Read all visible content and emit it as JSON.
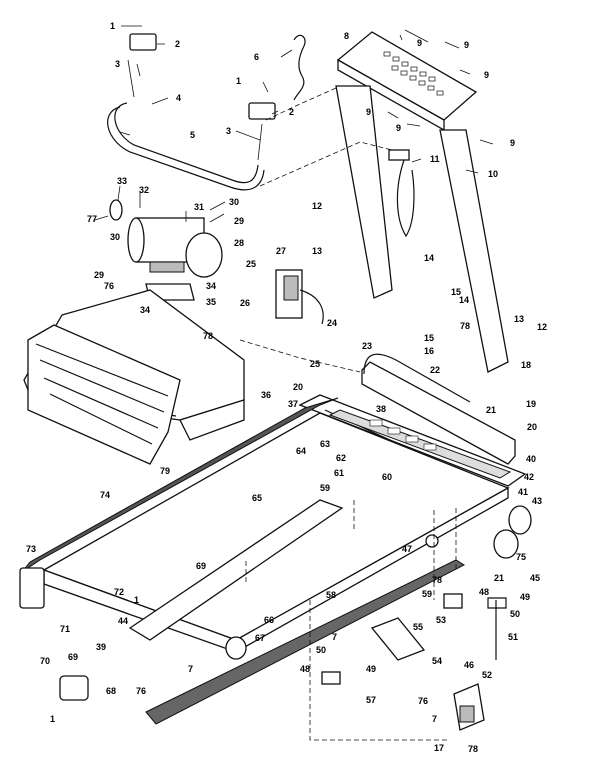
{
  "callouts": [
    {
      "id": "c1a",
      "text": "1"
    },
    {
      "id": "c2a",
      "text": "2"
    },
    {
      "id": "c3a",
      "text": "3"
    },
    {
      "id": "c4",
      "text": "4"
    },
    {
      "id": "c5",
      "text": "5"
    },
    {
      "id": "c1b",
      "text": "1"
    },
    {
      "id": "c2b",
      "text": "2"
    },
    {
      "id": "c3b",
      "text": "3"
    },
    {
      "id": "c6",
      "text": "6"
    },
    {
      "id": "c8",
      "text": "8"
    },
    {
      "id": "c9a",
      "text": "9"
    },
    {
      "id": "c9b",
      "text": "9"
    },
    {
      "id": "c9c",
      "text": "9"
    },
    {
      "id": "c9d",
      "text": "9"
    },
    {
      "id": "c9e",
      "text": "9"
    },
    {
      "id": "c9f",
      "text": "9"
    },
    {
      "id": "c10",
      "text": "10"
    },
    {
      "id": "c11",
      "text": "11"
    },
    {
      "id": "c33",
      "text": "33"
    },
    {
      "id": "c32",
      "text": "32"
    },
    {
      "id": "c31",
      "text": "31"
    },
    {
      "id": "c30a",
      "text": "30"
    },
    {
      "id": "c77",
      "text": "77"
    },
    {
      "id": "c29a",
      "text": "29"
    },
    {
      "id": "c28",
      "text": "28"
    },
    {
      "id": "c30b",
      "text": "30"
    },
    {
      "id": "c29b",
      "text": "29"
    },
    {
      "id": "c12a",
      "text": "12"
    },
    {
      "id": "c13a",
      "text": "13"
    },
    {
      "id": "c27",
      "text": "27"
    },
    {
      "id": "c25a",
      "text": "25"
    },
    {
      "id": "c34a",
      "text": "34"
    },
    {
      "id": "c35",
      "text": "35"
    },
    {
      "id": "c76a",
      "text": "76"
    },
    {
      "id": "c34b",
      "text": "34"
    },
    {
      "id": "c26",
      "text": "26"
    },
    {
      "id": "c24",
      "text": "24"
    },
    {
      "id": "c25b",
      "text": "25"
    },
    {
      "id": "c14a",
      "text": "14"
    },
    {
      "id": "c15a",
      "text": "15"
    },
    {
      "id": "c14b",
      "text": "14"
    },
    {
      "id": "c78a",
      "text": "78"
    },
    {
      "id": "c78b",
      "text": "78"
    },
    {
      "id": "c23",
      "text": "23"
    },
    {
      "id": "c15b",
      "text": "15"
    },
    {
      "id": "c16",
      "text": "16"
    },
    {
      "id": "c22",
      "text": "22"
    },
    {
      "id": "c13b",
      "text": "13"
    },
    {
      "id": "c12b",
      "text": "12"
    },
    {
      "id": "c18",
      "text": "18"
    },
    {
      "id": "c19",
      "text": "19"
    },
    {
      "id": "c20a",
      "text": "20"
    },
    {
      "id": "c36",
      "text": "36"
    },
    {
      "id": "c37",
      "text": "37"
    },
    {
      "id": "c38",
      "text": "38"
    },
    {
      "id": "c21a",
      "text": "21"
    },
    {
      "id": "c20b",
      "text": "20"
    },
    {
      "id": "c63",
      "text": "63"
    },
    {
      "id": "c64",
      "text": "64"
    },
    {
      "id": "c62",
      "text": "62"
    },
    {
      "id": "c61",
      "text": "61"
    },
    {
      "id": "c79",
      "text": "79"
    },
    {
      "id": "c60",
      "text": "60"
    },
    {
      "id": "c40",
      "text": "40"
    },
    {
      "id": "c42",
      "text": "42"
    },
    {
      "id": "c41",
      "text": "41"
    },
    {
      "id": "c43",
      "text": "43"
    },
    {
      "id": "c74",
      "text": "74"
    },
    {
      "id": "c65",
      "text": "65"
    },
    {
      "id": "c59a",
      "text": "59"
    },
    {
      "id": "c47",
      "text": "47"
    },
    {
      "id": "c75",
      "text": "75"
    },
    {
      "id": "c21b",
      "text": "21"
    },
    {
      "id": "c45",
      "text": "45"
    },
    {
      "id": "c73",
      "text": "73"
    },
    {
      "id": "c69",
      "text": "69"
    },
    {
      "id": "c58",
      "text": "58"
    },
    {
      "id": "c78c",
      "text": "78"
    },
    {
      "id": "c59b",
      "text": "59"
    },
    {
      "id": "c48a",
      "text": "48"
    },
    {
      "id": "c49a",
      "text": "49"
    },
    {
      "id": "c50a",
      "text": "50"
    },
    {
      "id": "c72",
      "text": "72"
    },
    {
      "id": "c1c",
      "text": "1"
    },
    {
      "id": "c53",
      "text": "53"
    },
    {
      "id": "c66",
      "text": "66"
    },
    {
      "id": "c51",
      "text": "51"
    },
    {
      "id": "c44",
      "text": "44"
    },
    {
      "id": "c71",
      "text": "71"
    },
    {
      "id": "c67",
      "text": "67"
    },
    {
      "id": "c55",
      "text": "55"
    },
    {
      "id": "c70",
      "text": "70"
    },
    {
      "id": "c39",
      "text": "39"
    },
    {
      "id": "c7a",
      "text": "7"
    },
    {
      "id": "c50b",
      "text": "50"
    },
    {
      "id": "c7b",
      "text": "7"
    },
    {
      "id": "c54",
      "text": "54"
    },
    {
      "id": "c52",
      "text": "52"
    },
    {
      "id": "c69b",
      "text": "69"
    },
    {
      "id": "c49b",
      "text": "49"
    },
    {
      "id": "c46",
      "text": "46"
    },
    {
      "id": "c76b",
      "text": "76"
    },
    {
      "id": "c68",
      "text": "68"
    },
    {
      "id": "c48b",
      "text": "48"
    },
    {
      "id": "c76c",
      "text": "76"
    },
    {
      "id": "c57",
      "text": "57"
    },
    {
      "id": "c1d",
      "text": "1"
    },
    {
      "id": "c7c",
      "text": "7"
    },
    {
      "id": "c17",
      "text": "17"
    },
    {
      "id": "c78d",
      "text": "78"
    }
  ]
}
